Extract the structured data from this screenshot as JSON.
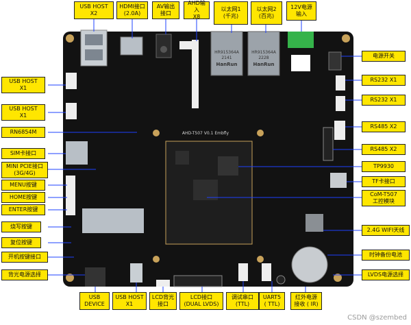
{
  "labels": [
    {
      "id": "usb-host-x2",
      "text": "USB HOST\nX2"
    },
    {
      "id": "hdmi",
      "text": "HDMI接口\n(2.0A)"
    },
    {
      "id": "av-out",
      "text": "AV输出\n接口"
    },
    {
      "id": "ahd-in",
      "text": "AHD输入\nX8"
    },
    {
      "id": "eth1",
      "text": "以太网1\n(千兆)"
    },
    {
      "id": "eth2",
      "text": "以太网2\n(百兆)"
    },
    {
      "id": "power-12v",
      "text": "12V电源\n输入"
    },
    {
      "id": "power-switch",
      "text": "电源开关"
    },
    {
      "id": "rs232-a",
      "text": "RS232 X1"
    },
    {
      "id": "rs232-b",
      "text": "RS232 X1"
    },
    {
      "id": "rs485-a",
      "text": "RS485 X2"
    },
    {
      "id": "rs485-b",
      "text": "RS485 X2"
    },
    {
      "id": "tp9930",
      "text": "TP9930"
    },
    {
      "id": "tf-card",
      "text": "TF卡接口"
    },
    {
      "id": "com-t507",
      "text": "CoM-T507\n工控模块"
    },
    {
      "id": "wifi",
      "text": "2.4G WIFI天线"
    },
    {
      "id": "rtc-battery",
      "text": "时钟备份电池"
    },
    {
      "id": "lvds-power",
      "text": "LVDS电源选择"
    },
    {
      "id": "ir-recv",
      "text": "红外电源\n接收 ( IR)"
    },
    {
      "id": "uart5",
      "text": "UART5\n( TTL)"
    },
    {
      "id": "debug-uart",
      "text": "调试串口\n(TTL)"
    },
    {
      "id": "lcd-dual-lvds",
      "text": "LCD接口\n(DUAL LVDS)"
    },
    {
      "id": "lcd-backlight",
      "text": "LCD背光\n接口"
    },
    {
      "id": "usb-host-x1-bottom",
      "text": "USB HOST\nX1"
    },
    {
      "id": "usb-device",
      "text": "USB\nDEVICE"
    },
    {
      "id": "backlight-power",
      "text": "背光电源选择"
    },
    {
      "id": "power-key",
      "text": "开机按键接口"
    },
    {
      "id": "reset",
      "text": "复位按键"
    },
    {
      "id": "burn",
      "text": "烧写按键"
    },
    {
      "id": "enter",
      "text": "ENTER按键"
    },
    {
      "id": "home",
      "text": "HOME按键"
    },
    {
      "id": "menu",
      "text": "MENU按键"
    },
    {
      "id": "mini-pcie",
      "text": "MINI PCIE接口\n(3G/4G)"
    },
    {
      "id": "sim",
      "text": "SIM卡接口"
    },
    {
      "id": "rn6854m",
      "text": "RN6854M"
    },
    {
      "id": "usb-host-x1-a",
      "text": "USB HOST\nX1"
    },
    {
      "id": "usb-host-x1-b",
      "text": "USB HOST\nX1"
    }
  ],
  "board": {
    "silkscreen": "AHD-T507 V0.1 Embfly",
    "eth1_chip": "HR915364A",
    "eth2_chip": "HR915364A",
    "hanrun": "HanRun",
    "date_code": "2141",
    "date_code_2": "2228"
  },
  "watermark": "CSDN @szembed",
  "colors": {
    "label_bg": "#ffe600",
    "pcb": "#111111",
    "leader": "#1e40ff",
    "terminal": "#35b34a"
  }
}
